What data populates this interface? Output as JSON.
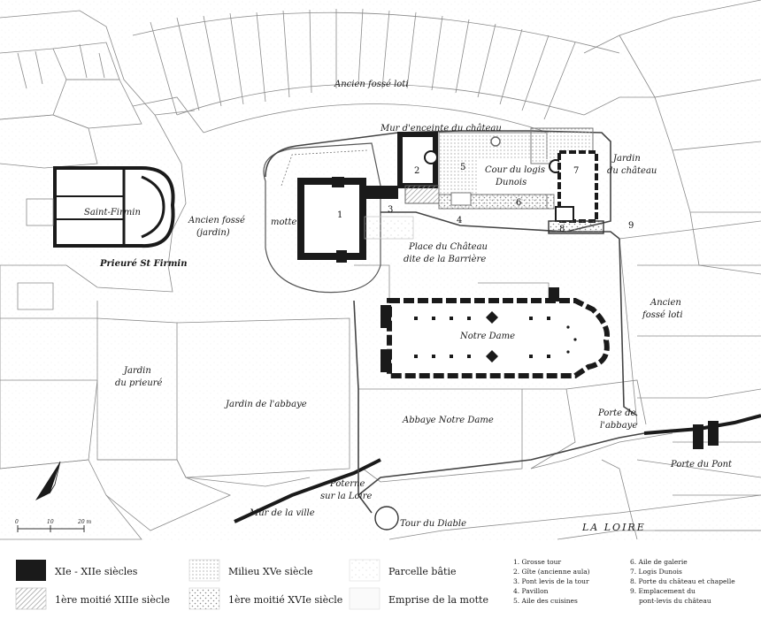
{
  "map": {
    "labels": {
      "ancien_fosse_loti_top": "Ancien fossé loti",
      "mur_enceinte": "Mur d'enceinte du château",
      "cour_logis": "Cour du logis",
      "dunois": "Dunois",
      "jardin_chateau_1": "Jardin",
      "jardin_chateau_2": "du château",
      "saint_firmin": "Saint-Firmin",
      "ancien_fosse_jardin_1": "Ancien fossé",
      "ancien_fosse_jardin_2": "(jardin)",
      "motte": "motte",
      "place_chateau_1": "Place du Château",
      "place_chateau_2": "dite de la Barrière",
      "prieure": "Prieuré St Firmin",
      "ancien_fosse_loti_right_1": "Ancien",
      "ancien_fosse_loti_right_2": "fossé loti",
      "notre_dame": "Notre Dame",
      "jardin_prieure_1": "Jardin",
      "jardin_prieure_2": "du prieuré",
      "jardin_abbaye": "Jardin de l'abbaye",
      "abbaye_nd": "Abbaye Notre Dame",
      "porte_abbaye_1": "Porte de",
      "porte_abbaye_2": "l'abbaye",
      "porte_pont": "Porte du Pont",
      "poterne_1": "Poterne",
      "poterne_2": "sur la Loire",
      "mur_ville": "Mur de la ville",
      "tour_diable": "Tour du Diable",
      "la_loire": "LA LOIRE"
    },
    "numbers": [
      "1",
      "2",
      "3",
      "4",
      "5",
      "6",
      "7",
      "8",
      "9"
    ],
    "scale": {
      "ticks": [
        "0",
        "10",
        "20 m"
      ]
    }
  },
  "legend": {
    "items": [
      "XIe - XIIe siècles",
      "1ère moitié XIIIe siècle",
      "Milieu XVe siècle",
      "1ère moitié XVIe siècle",
      "Parcelle bâtie",
      "Emprise de la motte"
    ],
    "key": [
      "1. Grosse tour",
      "2. Gîte (ancienne aula)",
      "3. Pont levis de la tour",
      "4. Pavillon",
      "5. Aile des cuisines",
      "6. Aile de galerie",
      "7. Logis Dunois",
      "8. Porte du château et chapelle",
      "9. Emplacement du",
      "pont-levis du château"
    ]
  },
  "colors": {
    "wall": "#1a1a1a",
    "parcel_line": "#8a8a8a",
    "hatch": "#9a9a9a",
    "paper": "#ffffff"
  }
}
